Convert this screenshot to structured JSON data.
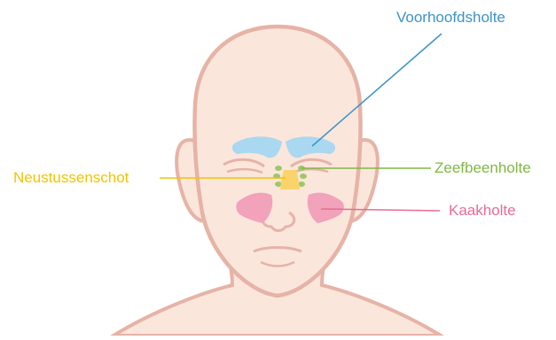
{
  "labels": {
    "frontal": "Voorhoofdsholte",
    "ethmoid": "Zeefbeenholte",
    "maxillary": "Kaakholte",
    "septum": "Neustussenschot"
  },
  "colors": {
    "skin": "#fbe6dc",
    "outline": "#e6b3a6",
    "frontal": "#3c93c8",
    "frontal_fill": "#a9d8f0",
    "ethmoid": "#7fb842",
    "ethmoid_fill": "#9dc86a",
    "maxillary": "#e96b93",
    "maxillary_fill": "#f2a2ba",
    "septum": "#f2c400",
    "septum_fill": "#fbd36b"
  }
}
